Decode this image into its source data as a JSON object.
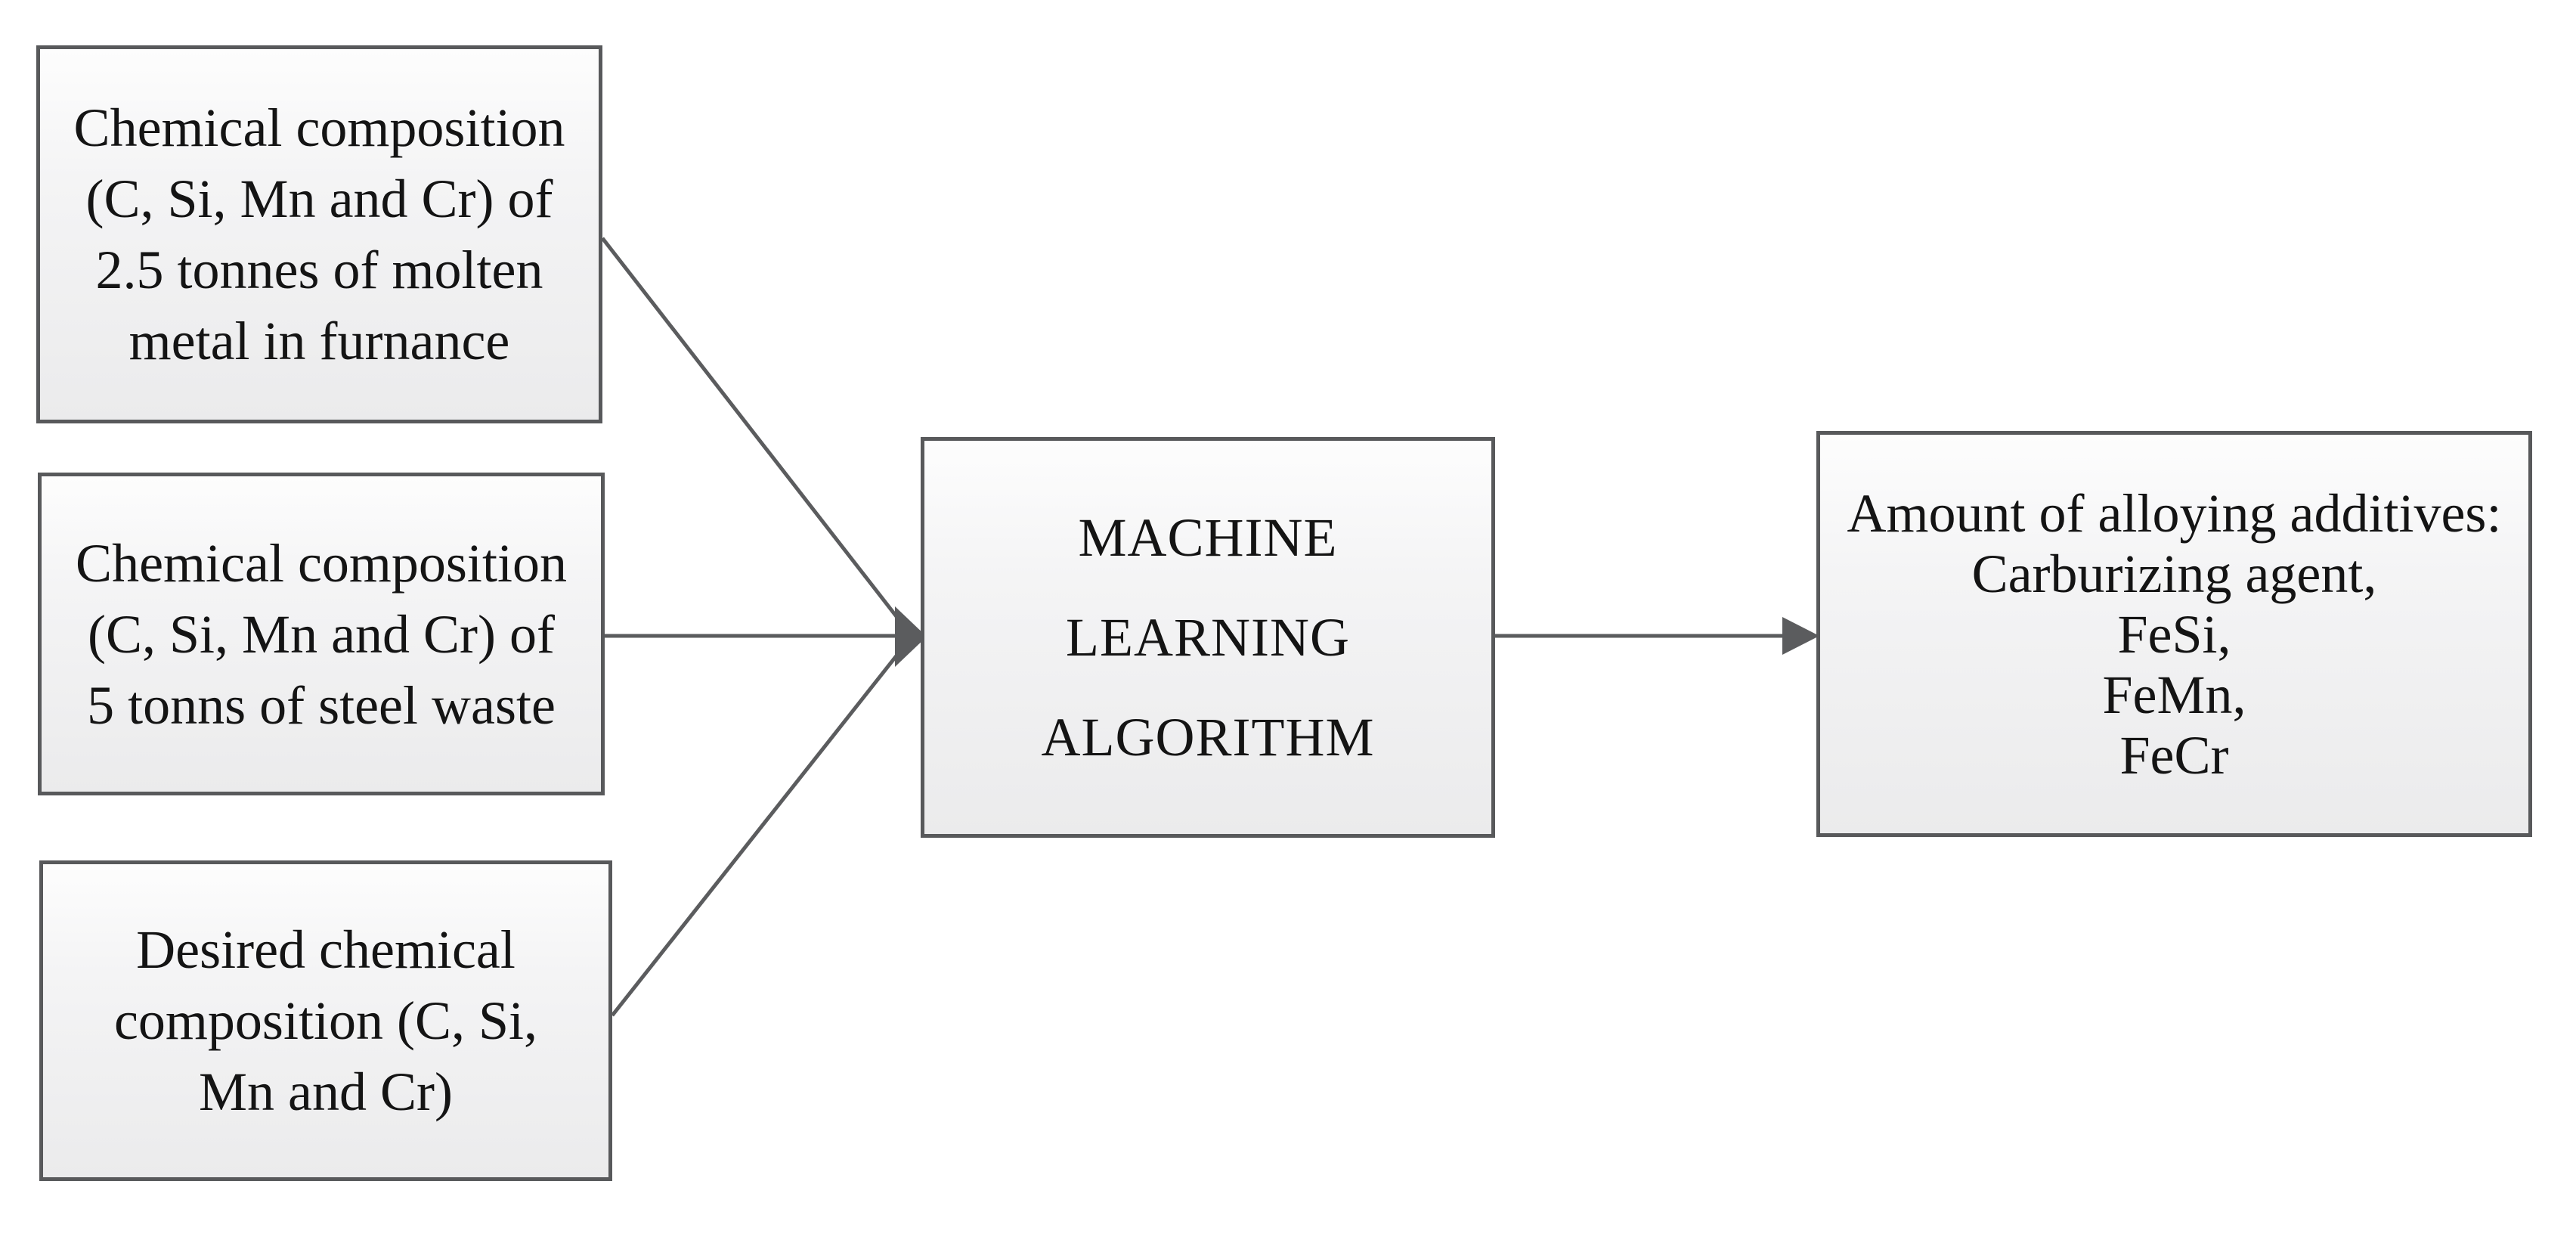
{
  "diagram": {
    "title": "Machine learning algorithm input-output flowchart",
    "colors": {
      "background": "#ffffff",
      "box_border": "#58595b",
      "box_fill_top": "#fdfdfd",
      "box_fill_bottom": "#ebebec",
      "connector": "#5b5c5e",
      "text": "#141414"
    },
    "nodes": [
      {
        "id": "input-molten-metal",
        "role": "input",
        "lines": [
          "Chemical composition",
          "(C, Si, Mn and Cr) of",
          "2.5 tonnes of molten",
          "metal in furnance"
        ]
      },
      {
        "id": "input-steel-waste",
        "role": "input",
        "lines": [
          "Chemical composition",
          "(C, Si, Mn and Cr) of",
          "5 tonns of steel waste"
        ]
      },
      {
        "id": "input-desired-composition",
        "role": "input",
        "lines": [
          "Desired chemical",
          "composition (C, Si,",
          "Mn and Cr)"
        ]
      },
      {
        "id": "machine-learning-algorithm",
        "role": "process",
        "lines": [
          "MACHINE",
          "LEARNING",
          "ALGORITHM"
        ]
      },
      {
        "id": "output-alloying-additives",
        "role": "output",
        "lines": [
          "Amount of alloying additives:",
          "Carburizing agent,",
          "FeSi,",
          "FeMn,",
          "FeCr"
        ]
      }
    ],
    "edges": [
      {
        "from": "input-molten-metal",
        "to": "machine-learning-algorithm",
        "arrow": true
      },
      {
        "from": "input-steel-waste",
        "to": "machine-learning-algorithm",
        "arrow": true
      },
      {
        "from": "input-desired-composition",
        "to": "machine-learning-algorithm",
        "arrow": true
      },
      {
        "from": "machine-learning-algorithm",
        "to": "output-alloying-additives",
        "arrow": true
      }
    ]
  }
}
